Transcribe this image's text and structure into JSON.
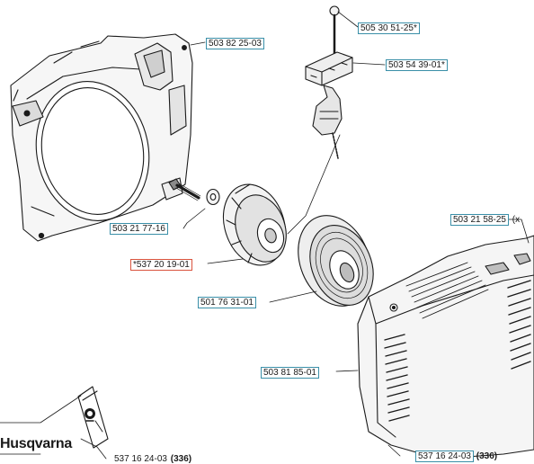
{
  "labels": {
    "shroud": "503 82 25-03",
    "pin_top": "505 30 51-25*",
    "handle": "503 54 39-01*",
    "screw": "503 21 77-16",
    "pulley": "*537 20 19-01",
    "spring": "501 76 31-01",
    "screw_right": "503 21 58-25",
    "screw_right_qty": "(x",
    "housing": "503 81 85-01",
    "kit_left": "537 16 24-03",
    "kit_left_ref": "(336)",
    "kit_right": "537 16 24-03",
    "kit_right_ref": "(336)"
  },
  "brand": {
    "name": "Husqvarna",
    "logo_icon": "husqvarna-crown-icon"
  },
  "colors": {
    "callout_border": "#3a8fa8",
    "callout_border_highlight": "#d9533d",
    "line": "#1a1a1a"
  }
}
